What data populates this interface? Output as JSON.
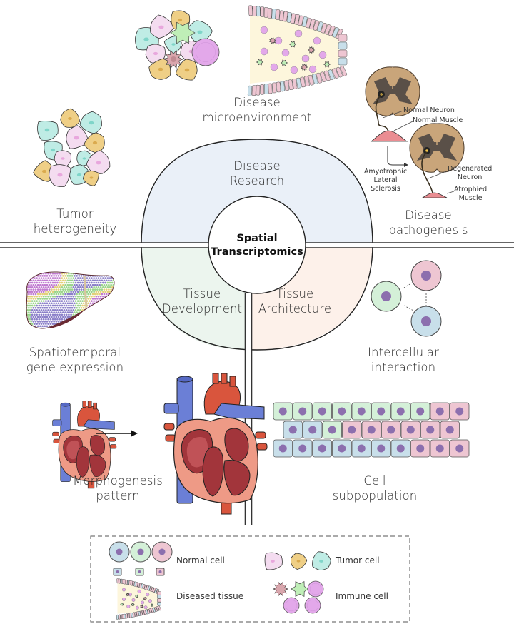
{
  "center": {
    "line1": "Spatial",
    "line2": "Transcriptomics"
  },
  "quadrants": {
    "disease_research": {
      "line1": "Disease",
      "line2": "Research",
      "color": "#eaf0f8"
    },
    "tissue_development": {
      "line1": "Tissue",
      "line2": "Development",
      "color": "#ecf5ee"
    },
    "tissue_architecture": {
      "line1": "Tissue",
      "line2": "Architecture",
      "color": "#fdf1ea"
    }
  },
  "applications": {
    "tumor_heterogeneity": {
      "line1": "Tumor",
      "line2": "heterogeneity"
    },
    "disease_microenvironment": {
      "line1": "Disease",
      "line2": "microenvironment"
    },
    "disease_pathogenesis": {
      "line1": "Disease",
      "line2": "pathogenesis"
    },
    "spatiotemporal": {
      "line1": "Spatiotemporal",
      "line2": "gene expression"
    },
    "morphogenesis": {
      "line1": "Morphogenesis",
      "line2": "pattern"
    },
    "intercellular": {
      "line1": "Intercellular",
      "line2": "interaction"
    },
    "cell_subpopulation": {
      "line1": "Cell",
      "line2": "subpopulation"
    }
  },
  "pathogenesis_annotations": {
    "normal_neuron": "Normal Neuron",
    "normal_muscle": "Normal Muscle",
    "als_line1": "Amyotrophic",
    "als_line2": "Lateral",
    "als_line3": "Sclerosis",
    "degenerated_line1": "Degenerated",
    "degenerated_line2": "Neuron",
    "atrophied_line1": "Atrophied",
    "atrophied_line2": "Muscle"
  },
  "cell_subpopulation_rows": [
    [
      "green",
      "green",
      "green",
      "green",
      "green",
      "green",
      "green",
      "green",
      "pink",
      "pink"
    ],
    [
      "blue",
      "blue",
      "green",
      "pink",
      "pink",
      "pink",
      "pink",
      "pink",
      "pink"
    ],
    [
      "blue",
      "blue",
      "blue",
      "blue",
      "blue",
      "blue",
      "blue",
      "pink",
      "pink",
      "pink"
    ]
  ],
  "legend": {
    "normal_cell": "Normal cell",
    "diseased_tissue": "Diseased tissue",
    "tumor_cell": "Tumor cell",
    "immune_cell": "Immune cell"
  },
  "colors": {
    "cell_green": "#d4f0d8",
    "cell_blue": "#c8dfea",
    "cell_pink": "#eec6d2",
    "nucleus": "#8c6fae",
    "tumor_pink": "#f4dcf0",
    "tumor_yellow": "#efcf86",
    "tumor_cyan": "#bfece5",
    "immune_red": "#d9a6ad",
    "immune_green": "#bfeeb7",
    "immune_purple": "#e3a8ea"
  }
}
